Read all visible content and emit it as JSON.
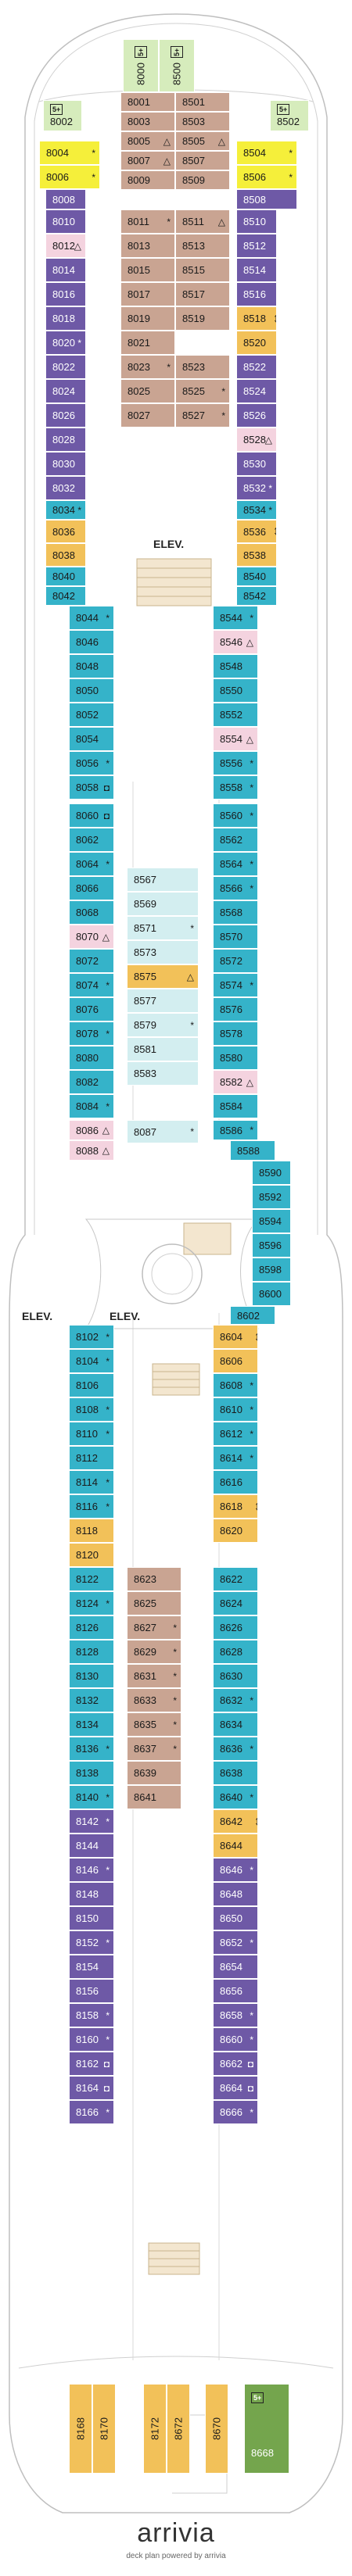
{
  "colors": {
    "purple": "#6e59a6",
    "blue": "#35b3c9",
    "tan": "#c9a492",
    "yellow": "#f5ef3a",
    "orange": "#f2c159",
    "pink": "#f4d3df",
    "lightcyan": "#d3eef0",
    "lightgreen": "#d6ecbc",
    "green": "#74a54d"
  },
  "labels": {
    "elev_top": "ELEV.",
    "elev_left": "ELEV.",
    "elev_center": "ELEV.",
    "suite_badge": "5+"
  },
  "branding": {
    "logo": "arrivia",
    "tagline": "deck plan powered by arrivia"
  },
  "cabins": [
    {
      "n": "8000",
      "c": "lightgreen",
      "v": 1,
      "s": "badge"
    },
    {
      "n": "8500",
      "c": "lightgreen",
      "v": 1,
      "s": "badge"
    },
    {
      "n": "8002",
      "c": "lightgreen",
      "s": "badge"
    },
    {
      "n": "8502",
      "c": "lightgreen",
      "s": "badge"
    },
    {
      "n": "8001",
      "c": "tan"
    },
    {
      "n": "8003",
      "c": "tan"
    },
    {
      "n": "8005",
      "c": "tan",
      "s": "△"
    },
    {
      "n": "8007",
      "c": "tan",
      "s": "△"
    },
    {
      "n": "8009",
      "c": "tan"
    },
    {
      "n": "8501",
      "c": "tan"
    },
    {
      "n": "8503",
      "c": "tan"
    },
    {
      "n": "8505",
      "c": "tan",
      "s": "△"
    },
    {
      "n": "8507",
      "c": "tan"
    },
    {
      "n": "8509",
      "c": "tan"
    },
    {
      "n": "8004",
      "c": "yellow",
      "s": "*"
    },
    {
      "n": "8006",
      "c": "yellow",
      "s": "*"
    },
    {
      "n": "8504",
      "c": "yellow",
      "s": "*"
    },
    {
      "n": "8506",
      "c": "yellow",
      "s": "*"
    },
    {
      "n": "8008",
      "c": "purple"
    },
    {
      "n": "8508",
      "c": "purple"
    },
    {
      "n": "8010",
      "c": "purple"
    },
    {
      "n": "8012",
      "c": "pink",
      "s": "△"
    },
    {
      "n": "8014",
      "c": "purple"
    },
    {
      "n": "8016",
      "c": "purple"
    },
    {
      "n": "8018",
      "c": "purple"
    },
    {
      "n": "8020",
      "c": "purple",
      "s": "*"
    },
    {
      "n": "8022",
      "c": "purple"
    },
    {
      "n": "8024",
      "c": "purple"
    },
    {
      "n": "8026",
      "c": "purple"
    },
    {
      "n": "8028",
      "c": "purple"
    },
    {
      "n": "8030",
      "c": "purple"
    },
    {
      "n": "8032",
      "c": "purple"
    },
    {
      "n": "8011",
      "c": "tan",
      "s": "*"
    },
    {
      "n": "8013",
      "c": "tan"
    },
    {
      "n": "8015",
      "c": "tan"
    },
    {
      "n": "8017",
      "c": "tan"
    },
    {
      "n": "8019",
      "c": "tan"
    },
    {
      "n": "8511",
      "c": "tan",
      "s": "△"
    },
    {
      "n": "8513",
      "c": "tan"
    },
    {
      "n": "8515",
      "c": "tan"
    },
    {
      "n": "8517",
      "c": "tan"
    },
    {
      "n": "8519",
      "c": "tan"
    },
    {
      "n": "8021",
      "c": "tan"
    },
    {
      "n": "8023",
      "c": "tan",
      "s": "*"
    },
    {
      "n": "8025",
      "c": "tan"
    },
    {
      "n": "8027",
      "c": "tan"
    },
    {
      "n": "8523",
      "c": "tan"
    },
    {
      "n": "8525",
      "c": "tan",
      "s": "*"
    },
    {
      "n": "8527",
      "c": "tan",
      "s": "*"
    },
    {
      "n": "8510",
      "c": "purple"
    },
    {
      "n": "8512",
      "c": "purple"
    },
    {
      "n": "8514",
      "c": "purple"
    },
    {
      "n": "8516",
      "c": "purple"
    },
    {
      "n": "8518",
      "c": "orange",
      "s": "↕"
    },
    {
      "n": "8520",
      "c": "orange"
    },
    {
      "n": "8522",
      "c": "purple"
    },
    {
      "n": "8524",
      "c": "purple"
    },
    {
      "n": "8526",
      "c": "purple"
    },
    {
      "n": "8528",
      "c": "pink",
      "s": "△"
    },
    {
      "n": "8530",
      "c": "purple"
    },
    {
      "n": "8532",
      "c": "purple",
      "s": "*"
    },
    {
      "n": "8034",
      "c": "blue",
      "s": "*"
    },
    {
      "n": "8036",
      "c": "orange"
    },
    {
      "n": "8038",
      "c": "orange"
    },
    {
      "n": "8040",
      "c": "blue"
    },
    {
      "n": "8042",
      "c": "blue"
    },
    {
      "n": "8534",
      "c": "blue",
      "s": "*"
    },
    {
      "n": "8536",
      "c": "orange",
      "s": "↕"
    },
    {
      "n": "8538",
      "c": "orange"
    },
    {
      "n": "8540",
      "c": "blue"
    },
    {
      "n": "8542",
      "c": "blue"
    },
    {
      "n": "8044",
      "c": "blue",
      "s": "*"
    },
    {
      "n": "8046",
      "c": "blue"
    },
    {
      "n": "8048",
      "c": "blue"
    },
    {
      "n": "8050",
      "c": "blue"
    },
    {
      "n": "8052",
      "c": "blue"
    },
    {
      "n": "8054",
      "c": "blue"
    },
    {
      "n": "8056",
      "c": "blue",
      "s": "*"
    },
    {
      "n": "8058",
      "c": "blue",
      "s": "◘"
    },
    {
      "n": "8544",
      "c": "blue",
      "s": "*"
    },
    {
      "n": "8546",
      "c": "pink",
      "s": "△"
    },
    {
      "n": "8548",
      "c": "blue"
    },
    {
      "n": "8550",
      "c": "blue"
    },
    {
      "n": "8552",
      "c": "blue"
    },
    {
      "n": "8554",
      "c": "pink",
      "s": "△"
    },
    {
      "n": "8556",
      "c": "blue",
      "s": "*"
    },
    {
      "n": "8558",
      "c": "blue",
      "s": "*"
    },
    {
      "n": "8060",
      "c": "blue",
      "s": "◘"
    },
    {
      "n": "8062",
      "c": "blue"
    },
    {
      "n": "8064",
      "c": "blue",
      "s": "*"
    },
    {
      "n": "8066",
      "c": "blue"
    },
    {
      "n": "8068",
      "c": "blue"
    },
    {
      "n": "8070",
      "c": "pink",
      "s": "△"
    },
    {
      "n": "8072",
      "c": "blue"
    },
    {
      "n": "8074",
      "c": "blue",
      "s": "*"
    },
    {
      "n": "8076",
      "c": "blue"
    },
    {
      "n": "8078",
      "c": "blue",
      "s": "*"
    },
    {
      "n": "8080",
      "c": "blue"
    },
    {
      "n": "8082",
      "c": "blue"
    },
    {
      "n": "8084",
      "c": "blue",
      "s": "*"
    },
    {
      "n": "8567",
      "c": "lightcyan"
    },
    {
      "n": "8569",
      "c": "lightcyan"
    },
    {
      "n": "8571",
      "c": "lightcyan",
      "s": "*"
    },
    {
      "n": "8573",
      "c": "lightcyan"
    },
    {
      "n": "8575",
      "c": "orange",
      "s": "△"
    },
    {
      "n": "8577",
      "c": "lightcyan"
    },
    {
      "n": "8579",
      "c": "lightcyan",
      "s": "*"
    },
    {
      "n": "8581",
      "c": "lightcyan"
    },
    {
      "n": "8583",
      "c": "lightcyan"
    },
    {
      "n": "8560",
      "c": "blue",
      "s": "*"
    },
    {
      "n": "8562",
      "c": "blue"
    },
    {
      "n": "8564",
      "c": "blue",
      "s": "*"
    },
    {
      "n": "8566",
      "c": "blue",
      "s": "*"
    },
    {
      "n": "8568",
      "c": "blue"
    },
    {
      "n": "8570",
      "c": "blue"
    },
    {
      "n": "8572",
      "c": "blue"
    },
    {
      "n": "8574",
      "c": "blue",
      "s": "*"
    },
    {
      "n": "8576",
      "c": "blue"
    },
    {
      "n": "8578",
      "c": "blue"
    },
    {
      "n": "8580",
      "c": "blue"
    },
    {
      "n": "8582",
      "c": "pink",
      "s": "△"
    },
    {
      "n": "8584",
      "c": "blue"
    },
    {
      "n": "8086",
      "c": "pink",
      "s": "△"
    },
    {
      "n": "8088",
      "c": "pink",
      "s": "△"
    },
    {
      "n": "8087",
      "c": "lightcyan",
      "s": "*"
    },
    {
      "n": "8586",
      "c": "blue",
      "s": "*"
    },
    {
      "n": "8588",
      "c": "blue"
    },
    {
      "n": "8590",
      "c": "blue"
    },
    {
      "n": "8592",
      "c": "blue"
    },
    {
      "n": "8594",
      "c": "blue"
    },
    {
      "n": "8596",
      "c": "blue"
    },
    {
      "n": "8598",
      "c": "blue"
    },
    {
      "n": "8600",
      "c": "blue"
    },
    {
      "n": "8602",
      "c": "blue"
    },
    {
      "n": "8102",
      "c": "blue",
      "s": "*"
    },
    {
      "n": "8104",
      "c": "blue",
      "s": "*"
    },
    {
      "n": "8106",
      "c": "blue"
    },
    {
      "n": "8108",
      "c": "blue",
      "s": "*"
    },
    {
      "n": "8110",
      "c": "blue",
      "s": "*"
    },
    {
      "n": "8112",
      "c": "blue"
    },
    {
      "n": "8114",
      "c": "blue",
      "s": "*"
    },
    {
      "n": "8116",
      "c": "blue",
      "s": "*"
    },
    {
      "n": "8118",
      "c": "orange"
    },
    {
      "n": "8120",
      "c": "orange"
    },
    {
      "n": "8604",
      "c": "orange",
      "s": "↕"
    },
    {
      "n": "8606",
      "c": "orange"
    },
    {
      "n": "8608",
      "c": "blue",
      "s": "*"
    },
    {
      "n": "8610",
      "c": "blue",
      "s": "*"
    },
    {
      "n": "8612",
      "c": "blue",
      "s": "*"
    },
    {
      "n": "8614",
      "c": "blue",
      "s": "*"
    },
    {
      "n": "8616",
      "c": "blue"
    },
    {
      "n": "8618",
      "c": "orange",
      "s": "↕"
    },
    {
      "n": "8620",
      "c": "orange"
    },
    {
      "n": "8122",
      "c": "blue"
    },
    {
      "n": "8124",
      "c": "blue",
      "s": "*"
    },
    {
      "n": "8126",
      "c": "blue"
    },
    {
      "n": "8128",
      "c": "blue"
    },
    {
      "n": "8130",
      "c": "blue"
    },
    {
      "n": "8132",
      "c": "blue"
    },
    {
      "n": "8134",
      "c": "blue"
    },
    {
      "n": "8136",
      "c": "blue",
      "s": "*"
    },
    {
      "n": "8138",
      "c": "blue"
    },
    {
      "n": "8140",
      "c": "blue",
      "s": "*"
    },
    {
      "n": "8623",
      "c": "tan"
    },
    {
      "n": "8625",
      "c": "tan"
    },
    {
      "n": "8627",
      "c": "tan",
      "s": "*"
    },
    {
      "n": "8629",
      "c": "tan",
      "s": "*"
    },
    {
      "n": "8631",
      "c": "tan",
      "s": "*"
    },
    {
      "n": "8633",
      "c": "tan",
      "s": "*"
    },
    {
      "n": "8635",
      "c": "tan",
      "s": "*"
    },
    {
      "n": "8637",
      "c": "tan",
      "s": "*"
    },
    {
      "n": "8639",
      "c": "tan"
    },
    {
      "n": "8641",
      "c": "tan"
    },
    {
      "n": "8622",
      "c": "blue"
    },
    {
      "n": "8624",
      "c": "blue"
    },
    {
      "n": "8626",
      "c": "blue"
    },
    {
      "n": "8628",
      "c": "blue"
    },
    {
      "n": "8630",
      "c": "blue"
    },
    {
      "n": "8632",
      "c": "blue",
      "s": "*"
    },
    {
      "n": "8634",
      "c": "blue"
    },
    {
      "n": "8636",
      "c": "blue",
      "s": "*"
    },
    {
      "n": "8638",
      "c": "blue"
    },
    {
      "n": "8640",
      "c": "blue",
      "s": "*"
    },
    {
      "n": "8142",
      "c": "purple",
      "s": "*"
    },
    {
      "n": "8144",
      "c": "purple"
    },
    {
      "n": "8146",
      "c": "purple",
      "s": "*"
    },
    {
      "n": "8642",
      "c": "orange",
      "s": "↕"
    },
    {
      "n": "8644",
      "c": "orange"
    },
    {
      "n": "8646",
      "c": "purple",
      "s": "*"
    },
    {
      "n": "8148",
      "c": "purple"
    },
    {
      "n": "8150",
      "c": "purple"
    },
    {
      "n": "8152",
      "c": "purple",
      "s": "*"
    },
    {
      "n": "8154",
      "c": "purple"
    },
    {
      "n": "8156",
      "c": "purple"
    },
    {
      "n": "8158",
      "c": "purple",
      "s": "*"
    },
    {
      "n": "8160",
      "c": "purple",
      "s": "*"
    },
    {
      "n": "8162",
      "c": "purple",
      "s": "◘"
    },
    {
      "n": "8164",
      "c": "purple",
      "s": "◘"
    },
    {
      "n": "8166",
      "c": "purple",
      "s": "*"
    },
    {
      "n": "8648",
      "c": "purple"
    },
    {
      "n": "8650",
      "c": "purple"
    },
    {
      "n": "8652",
      "c": "purple",
      "s": "*"
    },
    {
      "n": "8654",
      "c": "purple"
    },
    {
      "n": "8656",
      "c": "purple"
    },
    {
      "n": "8658",
      "c": "purple",
      "s": "*"
    },
    {
      "n": "8660",
      "c": "purple",
      "s": "*"
    },
    {
      "n": "8662",
      "c": "purple",
      "s": "◘"
    },
    {
      "n": "8664",
      "c": "purple",
      "s": "◘"
    },
    {
      "n": "8666",
      "c": "purple",
      "s": "*"
    },
    {
      "n": "8168",
      "c": "orange",
      "v": 1
    },
    {
      "n": "8170",
      "c": "orange",
      "v": 1
    },
    {
      "n": "8172",
      "c": "orange",
      "v": 1
    },
    {
      "n": "8672",
      "c": "orange",
      "v": 1
    },
    {
      "n": "8670",
      "c": "orange",
      "v": 1
    },
    {
      "n": "8668",
      "c": "green",
      "s": "badge"
    }
  ]
}
